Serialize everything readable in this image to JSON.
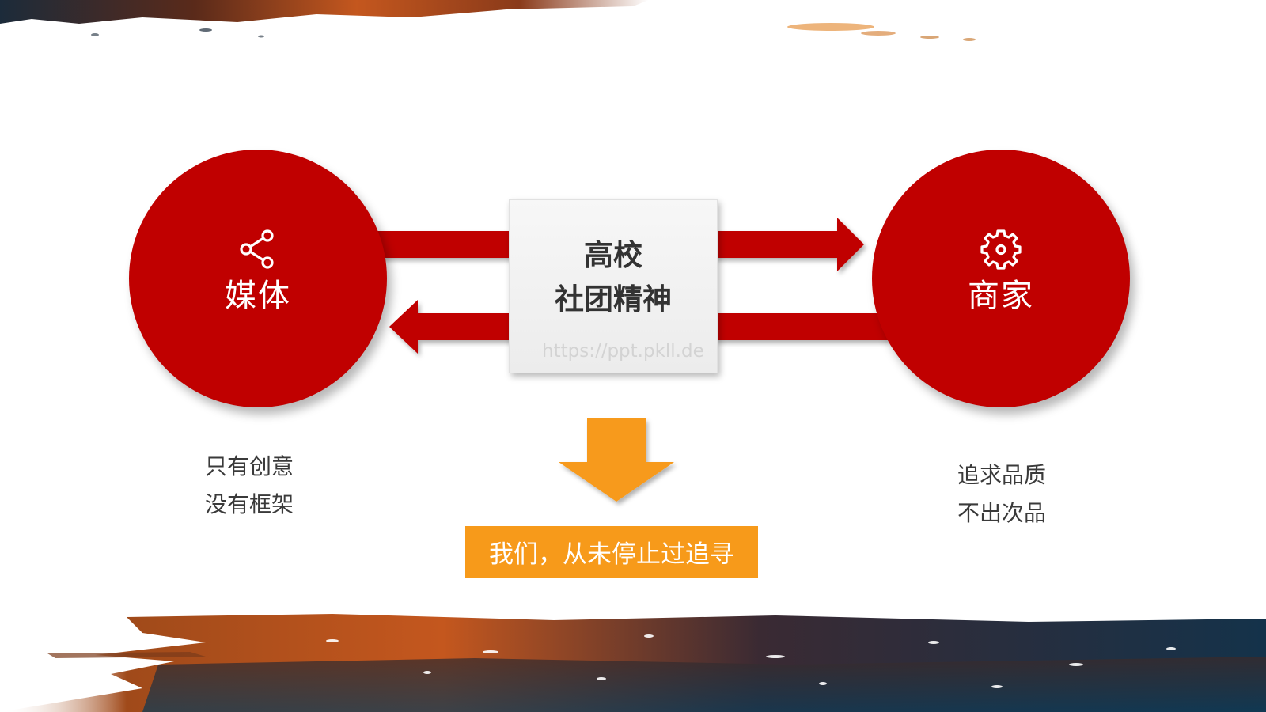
{
  "diagram": {
    "left_node": {
      "label": "媒体",
      "icon": "share-icon",
      "caption_lines": [
        "只有创意",
        "没有框架"
      ]
    },
    "right_node": {
      "label": "商家",
      "icon": "gear-icon",
      "caption_lines": [
        "追求品质",
        "不出次品"
      ]
    },
    "center": {
      "line1": "高校",
      "line2": "社团精神"
    },
    "watermark": "https://ppt.pkll.de",
    "bottom_banner": "我们，从未停止过追寻"
  },
  "colors": {
    "primary_red": "#c00000",
    "orange": "#f79a1a",
    "text_dark": "#333333"
  }
}
